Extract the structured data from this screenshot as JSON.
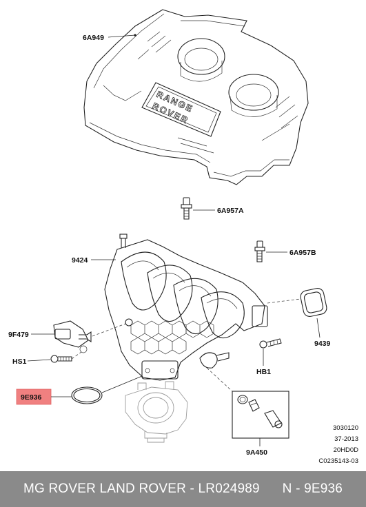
{
  "labels": {
    "engine_cover": "6A949",
    "bolt_a": "6A957A",
    "bolt_b": "6A957B",
    "manifold": "9424",
    "sensor": "9F479",
    "sensor_screw": "HS1",
    "gasket_right": "9439",
    "bolt_hb1": "HB1",
    "gasket_highlighted": "9E936",
    "fitting_kit": "9A450"
  },
  "logo_lines": [
    "RANGE",
    "ROVER"
  ],
  "reference": {
    "line1": "3030120",
    "line2": "37-2013",
    "line3": "20HD0D",
    "line4": "C0235143-03"
  },
  "footer": {
    "text": "MG ROVER LAND ROVER - LR024989      N - 9E936"
  },
  "colors": {
    "highlight": "#f08080",
    "footer_bg": "#8a8a8a",
    "footer_text": "#ffffff"
  }
}
